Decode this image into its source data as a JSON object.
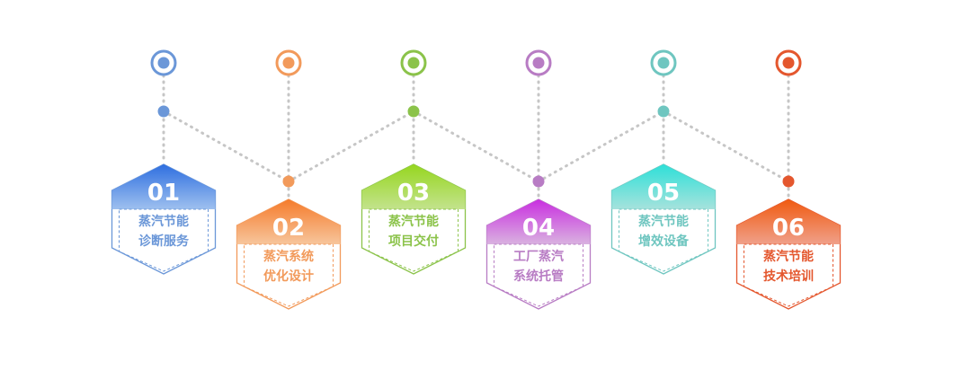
{
  "steps": [
    {
      "number": "01",
      "line1": "蒸汽节能",
      "line2": "诊断服务",
      "color": "#6b97d8",
      "light": "#9ec0ef",
      "dark": "#2f6fe0",
      "timeline_color": "#7ea3d9"
    },
    {
      "number": "02",
      "line1": "蒸汽系统",
      "line2": "优化设计",
      "color": "#f29a5b",
      "light": "#f7c59c",
      "dark": "#f57b2b",
      "timeline_color": "#f2a271"
    },
    {
      "number": "03",
      "line1": "蒸汽节能",
      "line2": "项目交付",
      "color": "#8bc34a",
      "light": "#c3e38d",
      "dark": "#96d61f",
      "timeline_color": "#9ccc56"
    },
    {
      "number": "04",
      "line1": "工厂蒸汽",
      "line2": "系统托管",
      "color": "#b87cc4",
      "light": "#d9b2e0",
      "dark": "#c92ee0",
      "timeline_color": "#b586c2"
    },
    {
      "number": "05",
      "line1": "蒸汽节能",
      "line2": "增效设备",
      "color": "#6fc6c0",
      "light": "#a6e2dc",
      "dark": "#2ee0d8",
      "timeline_color": "#76c8c2"
    },
    {
      "number": "06",
      "line1": "蒸汽节能",
      "line2": "技术培训",
      "color": "#e4572e",
      "light": "#f0a08a",
      "dark": "#f05a10",
      "timeline_color": "#e86a46"
    }
  ],
  "timeline_end_color": "#e8c66a"
}
